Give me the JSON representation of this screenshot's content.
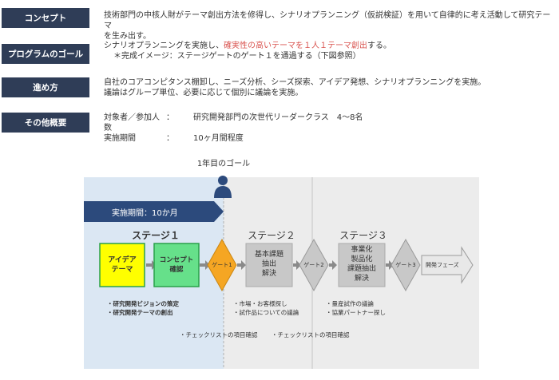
{
  "sections": [
    {
      "label": "コンセプト",
      "lines": [
        "技術部門の中核人財がテーマ創出方法を修得し、シナリオプランニング（仮説検証）を用いて自律的に考え活動して研究テーマ",
        "を生み出す。"
      ]
    },
    {
      "label": "プログラムのゴール",
      "line1_pre": "シナリオプランニングを実施し、",
      "line1_red": "確実性の高いテーマを１人１テーマ創出",
      "line1_post": "する。",
      "line2": "＊完成イメージ：ステージゲートのゲート１を通過する（下図参照）"
    },
    {
      "label": "進め方",
      "lines": [
        "自社のコアコンピタンス棚卸し、ニーズ分析、シーズ探索、アイデア発想、シナリオプランニングを実施。",
        "議論はグループ単位、必要に応じて個別に議論を実施。"
      ]
    },
    {
      "label": "その他概要",
      "rows": [
        {
          "key": "対象者／参加人数",
          "sep": "：",
          "val": "研究開発部門の次世代リーダークラス　4～8名"
        },
        {
          "key": "実施期間",
          "sep": "：",
          "val": "10ヶ月間程度"
        }
      ]
    }
  ],
  "diagram": {
    "goal_label": "1年目のゴール",
    "period_label": "実施期間：10か月",
    "stage1": "ステージ１",
    "stage2": "ステージ２",
    "stage3": "ステージ３",
    "box_idea": [
      "アイデア",
      "テーマ"
    ],
    "box_concept": [
      "コンセプト",
      "確認"
    ],
    "gate1": "ゲート1",
    "gate2": "ゲート2",
    "gate3": "ゲート3",
    "box_stage2": [
      "基本課題",
      "抽出",
      "解決"
    ],
    "box_stage3": [
      "事業化",
      "製品化",
      "課題抽出",
      "解決"
    ],
    "dev_phase": "開発フェーズ",
    "notes1": [
      "・研究開発ビジョンの策定",
      "・研究開発テーマの創出"
    ],
    "notes2": [
      "・市場・お客様探し",
      "・試作品についての議論"
    ],
    "notes3": [
      "・量産試作の議論",
      "・協業パートナー探し"
    ],
    "check1": "・チェックリストの項目確認",
    "check2": "・チェックリストの項目確認",
    "colors": {
      "nav": "#2f3d57",
      "band": "#2c4a7c",
      "stage1_bg": "#dbe7f3",
      "yellow": "#ffff00",
      "green": "#66e08a",
      "gate_orange": "#f5a623",
      "grey_box": "#c8c8c8",
      "grey_bg": "#ececec",
      "person": "#2c4a7c"
    }
  }
}
